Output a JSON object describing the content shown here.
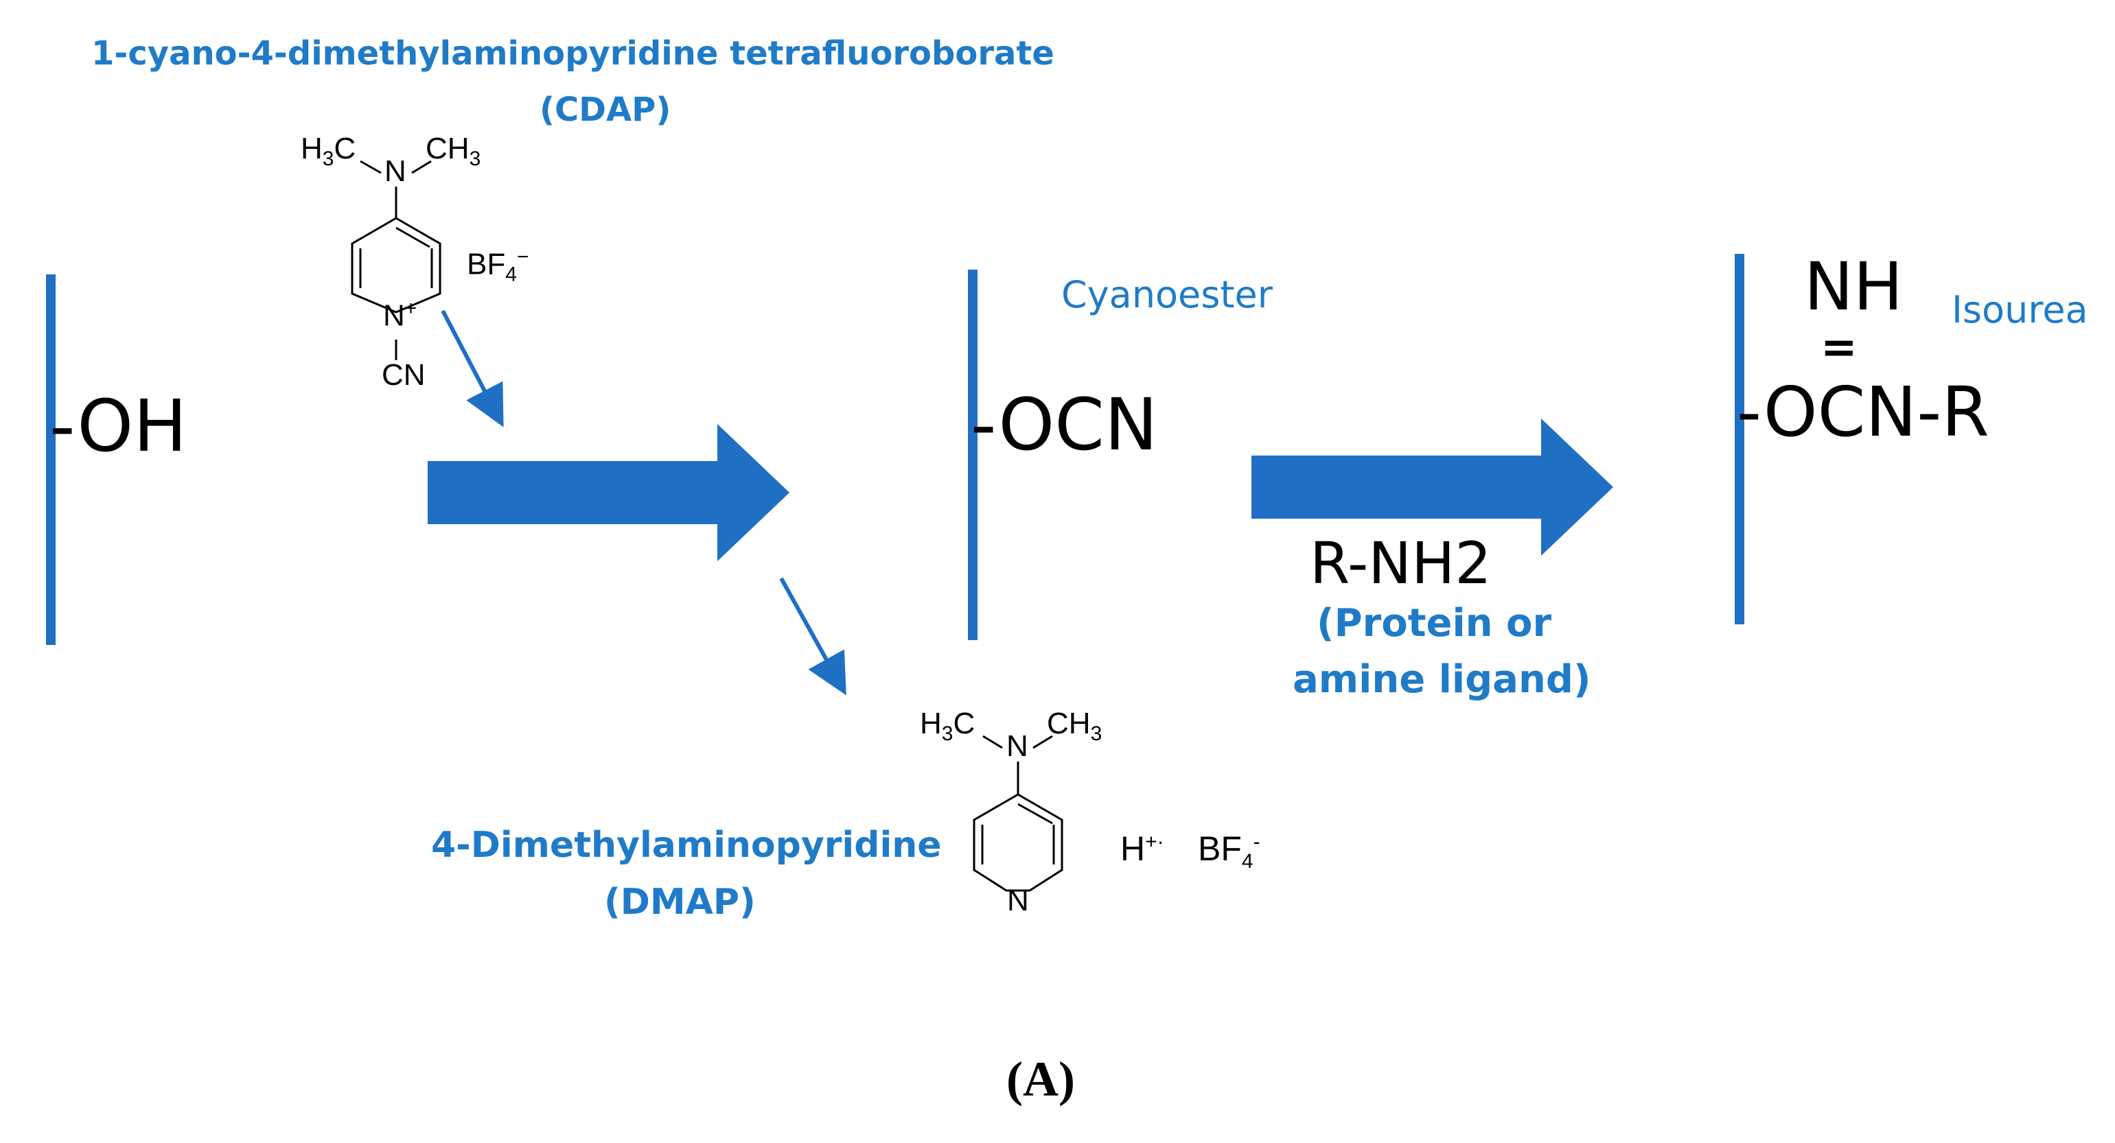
{
  "cdap": {
    "title": "1-cyano-4-dimethylaminopyridine tetrafluoroborate",
    "abbr": "(CDAP)",
    "group_left": "H",
    "group_left_sub": "3",
    "group_left_c": "C",
    "n_top": "N",
    "group_right": "CH",
    "group_right_sub": "3",
    "ring_n": "N",
    "ring_n_charge": "+",
    "cn": "CN",
    "counter": "BF",
    "counter_sub": "4",
    "counter_charge": "−"
  },
  "start": {
    "label": "-OH"
  },
  "intermediate": {
    "label": "-OCN",
    "name": "Cyanoester"
  },
  "reagent": {
    "formula": "R-NH2",
    "desc_line1": "(Protein or",
    "desc_line2": "amine ligand)"
  },
  "product": {
    "top": "NH",
    "bond": "=",
    "label": "-OCN-R",
    "name": "Isourea"
  },
  "dmap": {
    "title": "4-Dimethylaminopyridine",
    "abbr": "(DMAP)",
    "group_left": "H",
    "group_left_sub": "3",
    "group_left_c": "C",
    "n_top": "N",
    "group_right": "CH",
    "group_right_sub": "3",
    "ring_n": "N",
    "salt_h": "H",
    "salt_h_charge": "+·",
    "salt_bf": "BF",
    "salt_bf_sub": "4",
    "salt_bf_charge": "-"
  },
  "panel_label": "(A)",
  "colors": {
    "accent": "#1F7BC8",
    "arrow": "#1F6FC4",
    "text": "#000000"
  }
}
